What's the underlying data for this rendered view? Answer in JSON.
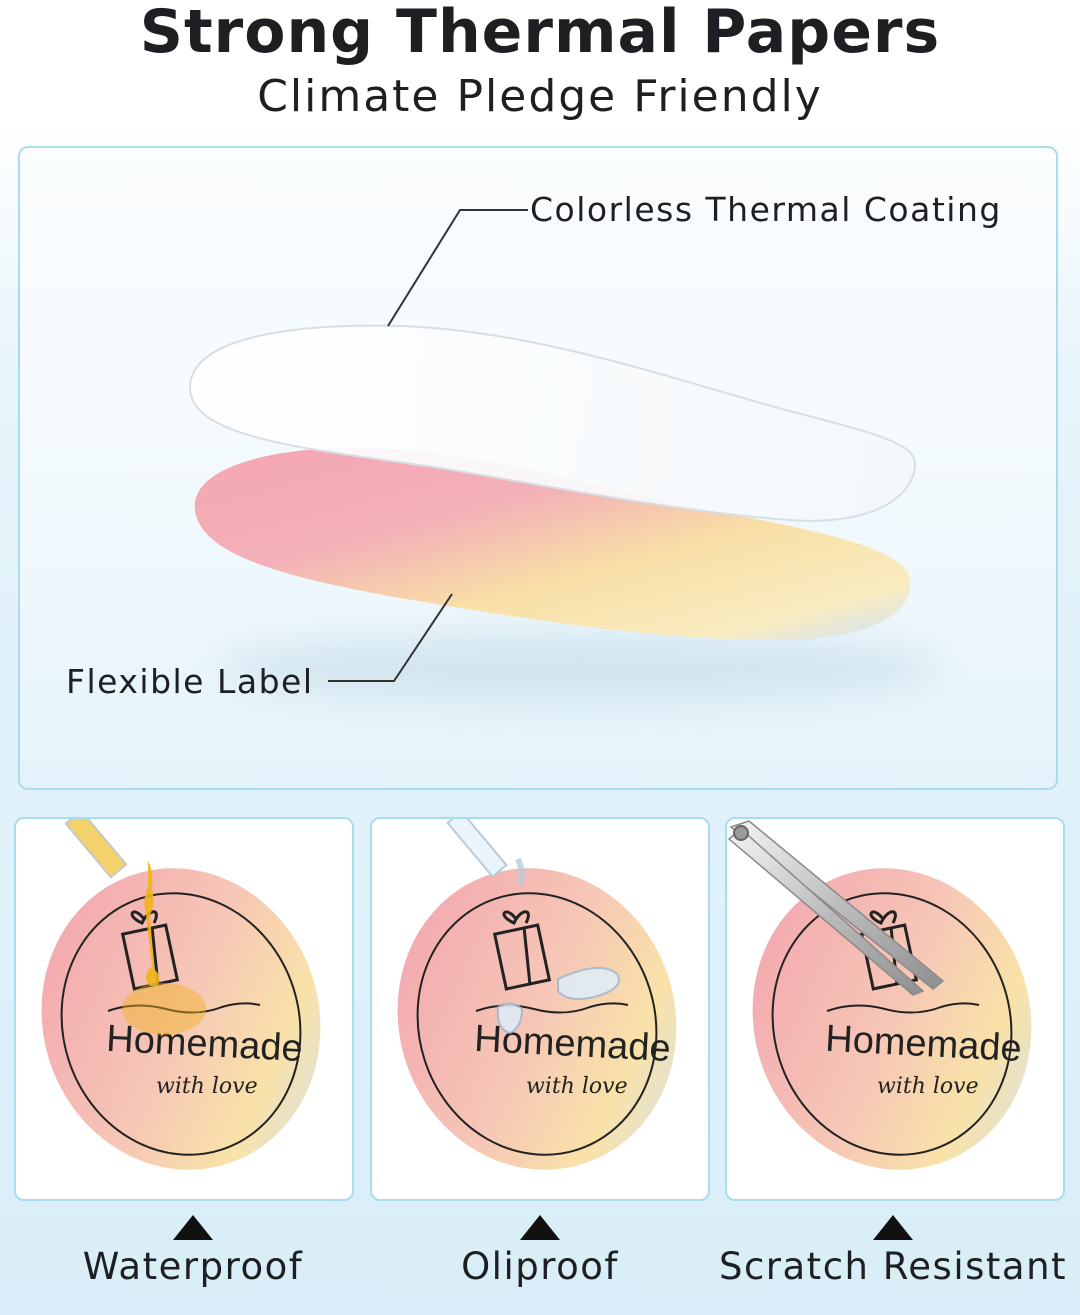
{
  "header": {
    "title": "Strong Thermal Papers",
    "subtitle": "Climate Pledge Friendly"
  },
  "diagram": {
    "top_layer_label": "Colorless Thermal Coating",
    "bottom_layer_label": "Flexible Label"
  },
  "sticker": {
    "main_text": "Homemade",
    "script_text": "with love"
  },
  "features": [
    {
      "label": "Waterproof",
      "icon": "oil-dropper-icon"
    },
    {
      "label": "Oliproof",
      "icon": "water-dropper-icon"
    },
    {
      "label": "Scratch Resistant",
      "icon": "tweezers-icon"
    }
  ],
  "colors": {
    "panel_border": "#a9dcec",
    "label_pink": "#f2a9b3",
    "label_yellow": "#f8e3a6",
    "oil": "#f0b21a",
    "text": "#1d1f22"
  }
}
